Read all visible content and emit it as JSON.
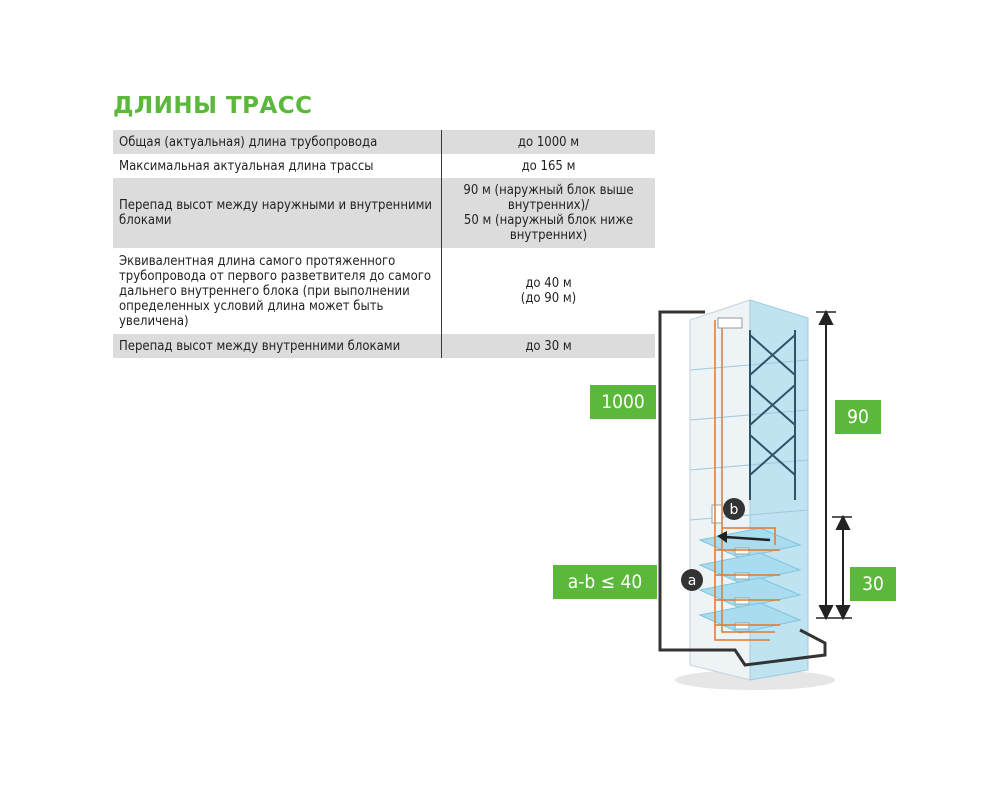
{
  "title": "ДЛИНЫ ТРАСС",
  "table": {
    "rows": [
      {
        "label": "Общая (актуальная) длина трубопровода",
        "value": [
          "до 1000 м"
        ]
      },
      {
        "label": "Максимальная актуальная длина трассы",
        "value": [
          "до 165 м"
        ]
      },
      {
        "label": "Перепад высот между наружными и внутренними блоками",
        "value": [
          "90 м (наружный блок выше внутренних)/",
          "50 м (наружный блок ниже внутренних)"
        ]
      },
      {
        "label": "Эквивалентная длина самого протяженного трубопровода от первого разветвителя до самого дальнего внутреннего блока (при выполнении определенных условий длина может быть увеличена)",
        "value": [
          "до 40 м",
          "(до 90 м)"
        ]
      },
      {
        "label": "Перепад высот между внутренними блоками",
        "value": [
          "до 30 м"
        ]
      }
    ]
  },
  "diagram": {
    "badge_total_length": "1000",
    "badge_height_outdoor": "90",
    "badge_height_indoor": "30",
    "badge_formula": "a-b ≤ 40",
    "marker_a": "a",
    "marker_b": "b"
  },
  "colors": {
    "accent": "#5cb83a",
    "row_shade": "#dcdcdd",
    "arrow": "#333333",
    "pipe": "#e07a2e"
  }
}
